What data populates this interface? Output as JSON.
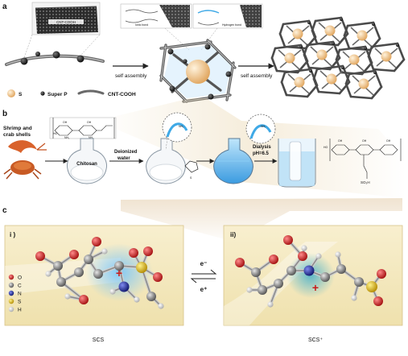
{
  "panel_a": {
    "label": "a",
    "arrow1_text": "self assembly",
    "arrow2_text": "self assembly",
    "legend": {
      "sulfur": "S",
      "superp": "Super P",
      "cnt": "CNT-COOH"
    },
    "inset_bond1": "Ionic bond",
    "inset_bond2": "Hydrogen bond",
    "inset_cnt_label": "CNT-COOH"
  },
  "panel_b": {
    "label": "b",
    "source_text_1": "Shrimp and",
    "source_text_2": "crab shells",
    "flask1_label": "Chitosan",
    "water_label_1": "Deionized",
    "water_label_2": "water",
    "dialysis_label": "Dialysis",
    "ph_label": "pH=6.5",
    "nh2": "NH₂",
    "so3h": "SO₃H",
    "oh": "OH",
    "ho": "HO"
  },
  "panel_c": {
    "label": "c",
    "sub_i": "i )",
    "sub_ii": "ii)",
    "arrow_top": "e⁻",
    "arrow_bottom": "e⁺",
    "caption_left": "SCS",
    "caption_right": "SCS⁺",
    "legend": [
      "O",
      "C",
      "N",
      "S",
      "H"
    ],
    "plus": "+"
  },
  "colors": {
    "O": "#d61f1f",
    "C": "#8a8a8a",
    "N": "#1e2a9c",
    "S": "#e6c21a",
    "H": "#e8e8e8",
    "sulfur_ball": "#f1c88e",
    "accent_blue": "#3fa9e6",
    "panel_c_bg": "#f7ecc4"
  }
}
